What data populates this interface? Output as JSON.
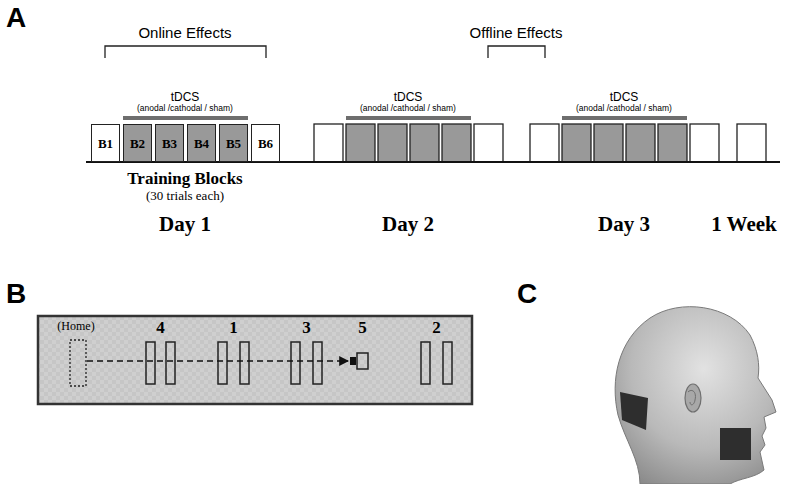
{
  "diagram": {
    "nodes": [
      {
        "text": [
          "B1"
        ]
      },
      {
        "text": [
          "B2"
        ]
      },
      {
        "text": [
          "B3"
        ]
      },
      {
        "text": [
          "B4"
        ]
      },
      {
        "text": [
          "B5"
        ]
      },
      {
        "text": [
          "B6"
        ]
      }
    ],
    "labels": [
      "A",
      "Online Effects",
      "tDCS",
      "(anodal /cathodal / sham)",
      "Offline Effects",
      "tDCS",
      "(anodal /cathodal / sham)",
      "tDCS",
      "(anodal /cathodal / sham)",
      "Training Blocks",
      "(30 trials each)",
      "Day 1",
      "Day 2",
      "Day 3",
      "1 Week",
      "B",
      "(Home)",
      "4",
      "1",
      "3",
      "5",
      "2",
      "C"
    ]
  }
}
